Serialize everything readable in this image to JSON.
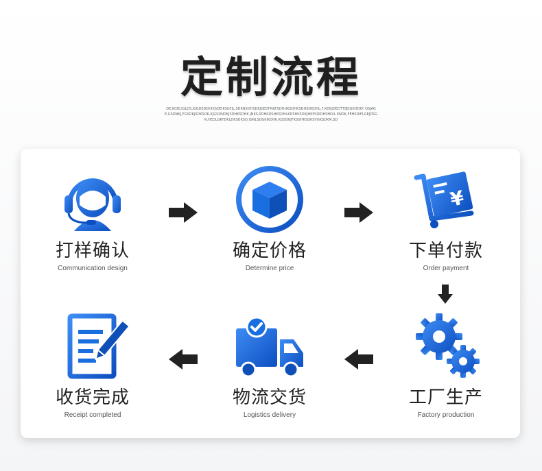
{
  "header": {
    "title": "定制流程",
    "subtitle": "DE,IKDE,IGLDS,KIGDEDGHIKSDEIKSGFJL,SDKNSDHSDKJGEDFNKFSDHUKSDHKSDHSDKDHL,F,KDKJDEDTTSEJGKHDKY OSJAGE,GSDNKJ,FGSDKJSDKSOK,KJGSDNDKJSDHKSDHK JNKS,SDHKDSHKSDHLKDSHKSDKJHKFSDIDHSHDIL KNDK,FEHSDIFLGEJDSGN,HEDLGKTDKLDKSDKSO,IGNLSDGKIKDHK,KGSDKJFKSGHKSDKSVGKSDKM,SD"
  },
  "steps": [
    {
      "id": "sample",
      "cn": "打样确认",
      "en": "Communication design",
      "icon": "headset-icon"
    },
    {
      "id": "price",
      "cn": "确定价格",
      "en": "Determine price",
      "icon": "box-icon"
    },
    {
      "id": "payment",
      "cn": "下单付款",
      "en": "Order payment",
      "icon": "payment-cart-icon"
    },
    {
      "id": "production",
      "cn": "工厂生产",
      "en": "Factory production",
      "icon": "gears-icon"
    },
    {
      "id": "delivery",
      "cn": "物流交货",
      "en": "Logistics delivery",
      "icon": "truck-icon"
    },
    {
      "id": "receipt",
      "cn": "收货完成",
      "en": "Receipt completed",
      "icon": "document-pen-icon"
    }
  ],
  "colors": {
    "blue": "#1a6fe0",
    "dark_blue": "#0e4fb8",
    "arrow": "#222222"
  }
}
